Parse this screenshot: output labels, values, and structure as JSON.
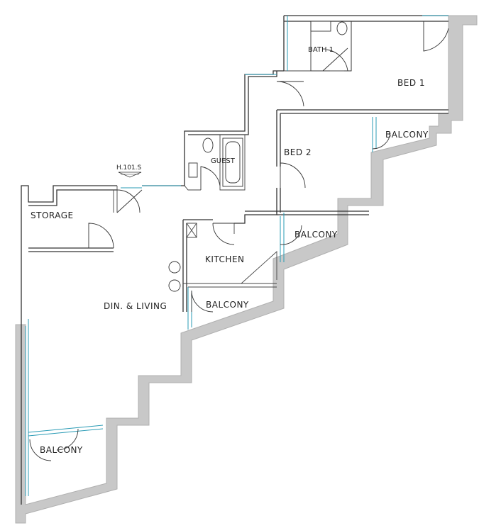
{
  "rooms": {
    "bath1": "BATH 1",
    "bed1": "BED 1",
    "bed2": "BED 2",
    "guest": "GUEST",
    "storage": "STORAGE",
    "kitchen": "KITCHEN",
    "living": "DIN. & LIVING",
    "balcony_bed1": "BALCONY",
    "balcony_bed2": "BALCONY",
    "balcony_kitchen": "BALCONY",
    "balcony_living": "BALCONY"
  },
  "section_ref": "H.101.S",
  "colors": {
    "wall": "#333333",
    "exterior_wall_fill": "#c8c8c8",
    "glazing": "#2a9bb5"
  }
}
